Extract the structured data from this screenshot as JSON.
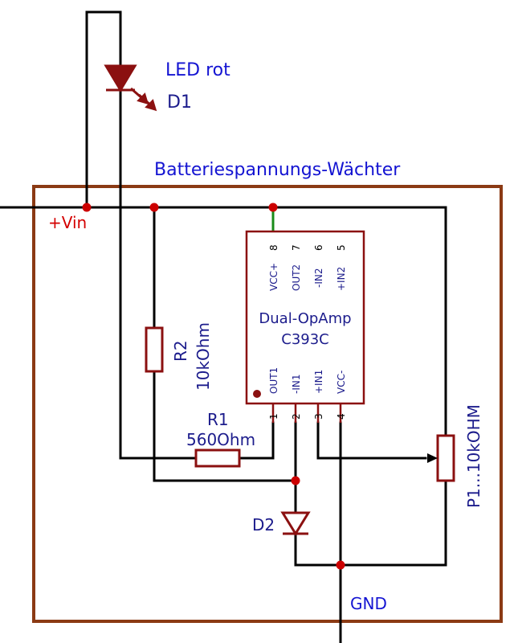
{
  "title": "Batteriespannungs-Wächter",
  "led": {
    "label": "LED rot",
    "ref": "D1"
  },
  "vin_label": "+Vin",
  "gnd_label": "GND",
  "r1": {
    "ref": "R1",
    "value": "560Ohm"
  },
  "r2": {
    "ref": "R2",
    "value": "10kOhm"
  },
  "d2": {
    "ref": "D2"
  },
  "p1": {
    "label": "P1...10kOHM"
  },
  "ic": {
    "name": "Dual-OpAmp",
    "part": "C393C",
    "top_pins": [
      {
        "num": "8",
        "name": "VCC+"
      },
      {
        "num": "7",
        "name": "OUT2"
      },
      {
        "num": "6",
        "name": "-IN2"
      },
      {
        "num": "5",
        "name": "+IN2"
      }
    ],
    "bottom_pins": [
      {
        "num": "1",
        "name": "OUT1"
      },
      {
        "num": "2",
        "name": "-IN1"
      },
      {
        "num": "3",
        "name": "+IN1"
      },
      {
        "num": "4",
        "name": "VCC-"
      }
    ]
  },
  "colors": {
    "wire": "#000000",
    "junction": "#cc0000",
    "frame": "#8b3a14",
    "component": "#8b1010",
    "label_blue": "#1414d2",
    "label_navy": "#1c1c8c",
    "label_red": "#d40000"
  }
}
